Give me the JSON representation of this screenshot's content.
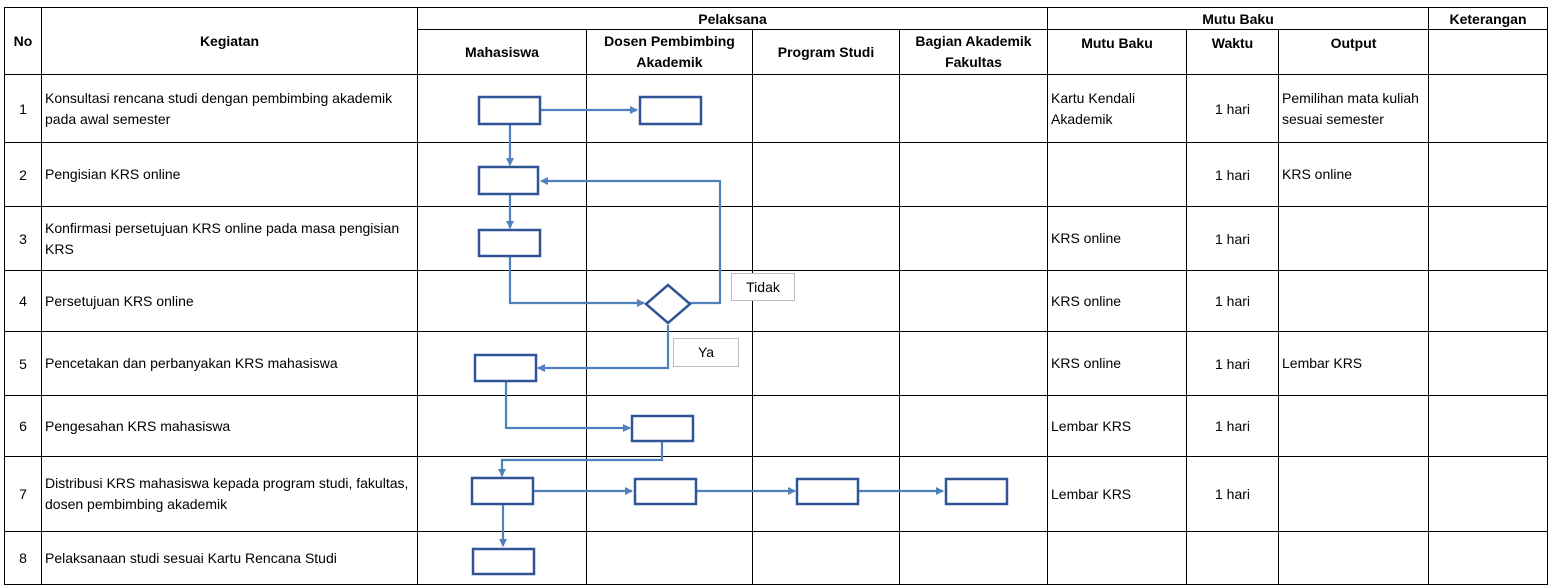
{
  "header": {
    "no": "No",
    "kegiatan": "Kegiatan",
    "pelaksana": "Pelaksana",
    "mutu_baku_group": "Mutu Baku",
    "keterangan": "Keterangan",
    "pelaksana_cols": [
      "Mahasiswa",
      "Dosen Pembimbing Akademik",
      "Program Studi",
      "Bagian Akademik Fakultas"
    ],
    "mutu_cols": [
      "Mutu Baku",
      "Waktu",
      "Output"
    ]
  },
  "rows": [
    {
      "no": "1",
      "kegiatan": "Konsultasi rencana studi dengan pembimbing akademik pada awal semester",
      "mutu": "Kartu Kendali Akademik",
      "waktu": "1 hari",
      "output": "Pemilihan mata kuliah sesuai semester",
      "keterangan": ""
    },
    {
      "no": "2",
      "kegiatan": "Pengisian KRS online",
      "mutu": "",
      "waktu": "1 hari",
      "output": "KRS online",
      "keterangan": ""
    },
    {
      "no": "3",
      "kegiatan": "Konfirmasi persetujuan KRS online pada masa pengisian KRS",
      "mutu": "KRS online",
      "waktu": "1 hari",
      "output": "",
      "keterangan": ""
    },
    {
      "no": "4",
      "kegiatan": "Persetujuan KRS online",
      "mutu": "KRS online",
      "waktu": "1 hari",
      "output": "",
      "keterangan": ""
    },
    {
      "no": "5",
      "kegiatan": "Pencetakan dan perbanyakan KRS mahasiswa",
      "mutu": "KRS online",
      "waktu": "1 hari",
      "output": "Lembar KRS",
      "keterangan": ""
    },
    {
      "no": "6",
      "kegiatan": "Pengesahan KRS mahasiswa",
      "mutu": "Lembar KRS",
      "waktu": "1 hari",
      "output": "",
      "keterangan": ""
    },
    {
      "no": "7",
      "kegiatan": "Distribusi KRS mahasiswa kepada program studi, fakultas, dosen pembimbing akademik",
      "mutu": "Lembar KRS",
      "waktu": "1 hari",
      "output": "",
      "keterangan": ""
    },
    {
      "no": "8",
      "kegiatan": "Pelaksanaan studi sesuai Kartu Rencana Studi",
      "mutu": "",
      "waktu": "",
      "output": "",
      "keterangan": ""
    }
  ],
  "flow": {
    "decision_no": "Tidak",
    "decision_yes": "Ya",
    "line_color": "#4f81bd",
    "box_border_color": "#2f5597",
    "tag_border_color": "#bdbdbd"
  }
}
